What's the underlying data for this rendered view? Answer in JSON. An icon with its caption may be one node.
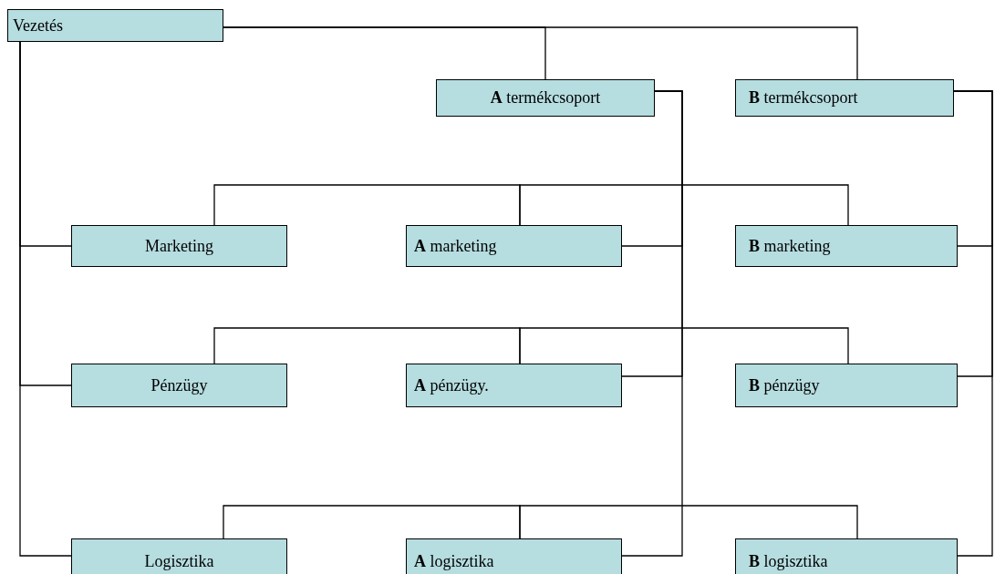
{
  "diagram": {
    "nodes": [
      {
        "text": [
          "Vezetés"
        ]
      },
      {
        "text": [
          "**A** termékcsoport"
        ]
      },
      {
        "text": [
          "**B** termékcsoport"
        ]
      },
      {
        "text": [
          "Marketing"
        ]
      },
      {
        "text": [
          "**A** marketing"
        ]
      },
      {
        "text": [
          "**B** marketing"
        ]
      },
      {
        "text": [
          "Pénzügy"
        ]
      },
      {
        "text": [
          "**A** pénzügy."
        ]
      },
      {
        "text": [
          "**B** pénzügy"
        ]
      },
      {
        "text": [
          "Logisztika"
        ]
      },
      {
        "text": [
          "**A** logisztika"
        ]
      },
      {
        "text": [
          "**B** logisztika"
        ]
      }
    ],
    "edges": [
      {
        "from": 0,
        "to": 1,
        "arrow": "none"
      },
      {
        "from": 0,
        "to": 2,
        "arrow": "none"
      },
      {
        "from": 0,
        "to": 3,
        "arrow": "none"
      },
      {
        "from": 0,
        "to": 6,
        "arrow": "none"
      },
      {
        "from": 0,
        "to": 9,
        "arrow": "none"
      },
      {
        "from": 1,
        "to": 4,
        "arrow": "none"
      },
      {
        "from": 1,
        "to": 7,
        "arrow": "none"
      },
      {
        "from": 1,
        "to": 10,
        "arrow": "none"
      },
      {
        "from": 2,
        "to": 5,
        "arrow": "none"
      },
      {
        "from": 2,
        "to": 8,
        "arrow": "none"
      },
      {
        "from": 2,
        "to": 11,
        "arrow": "none"
      },
      {
        "from": 3,
        "to": 4,
        "arrow": "none"
      },
      {
        "from": 4,
        "to": 5,
        "arrow": "none"
      },
      {
        "from": 6,
        "to": 7,
        "arrow": "none"
      },
      {
        "from": 7,
        "to": 8,
        "arrow": "none"
      },
      {
        "from": 9,
        "to": 10,
        "arrow": "none"
      },
      {
        "from": 10,
        "to": 11,
        "arrow": "none"
      }
    ]
  }
}
